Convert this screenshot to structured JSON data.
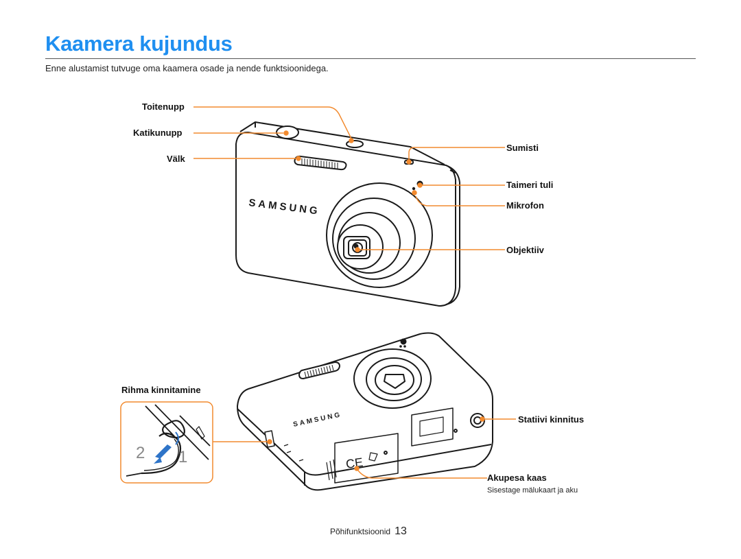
{
  "page": {
    "title": "Kaamera kujundus",
    "intro": "Enne alustamist tutvuge oma kaamera osade ja nende funktsioonidega."
  },
  "front_view": {
    "labels": {
      "power_button": "Toitenupp",
      "shutter_button": "Katikunupp",
      "flash": "Välk",
      "af_assist": "Sumisti",
      "timer_lamp": "Taimeri tuli",
      "microphone": "Mikrofon",
      "lens": "Objektiiv"
    },
    "brand_text": "SAMSUNG"
  },
  "back_view": {
    "labels": {
      "strap": "Rihma kinnitamine",
      "tripod": "Statiivi kinnitus",
      "battery_cover": "Akupesa kaas",
      "battery_cover_note": "Sisestage mälukaart ja aku"
    },
    "brand_text": "SAMSUNG",
    "strap_steps": [
      "2",
      "1"
    ]
  },
  "footer": {
    "section": "Põhifunktsioonid",
    "page_number": "13"
  },
  "colors": {
    "title": "#1f8ff0",
    "callout": "#f28a2e",
    "outline": "#1a1a1a"
  },
  "icons": [
    "front-camera-illustration",
    "bottom-camera-illustration",
    "strap-inset-illustration",
    "arrow-icon"
  ]
}
